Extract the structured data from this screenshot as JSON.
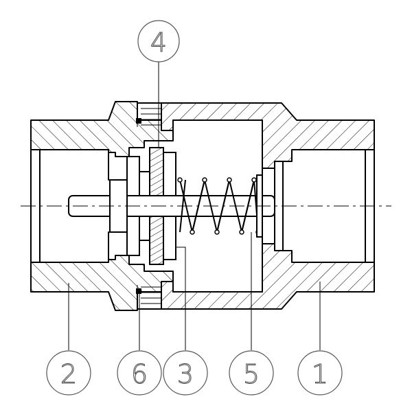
{
  "drawing": {
    "callouts": [
      {
        "id": "callout-4",
        "label": "4"
      },
      {
        "id": "callout-2",
        "label": "2"
      },
      {
        "id": "callout-6",
        "label": "6"
      },
      {
        "id": "callout-3",
        "label": "3"
      },
      {
        "id": "callout-5",
        "label": "5"
      },
      {
        "id": "callout-1",
        "label": "1"
      }
    ]
  }
}
